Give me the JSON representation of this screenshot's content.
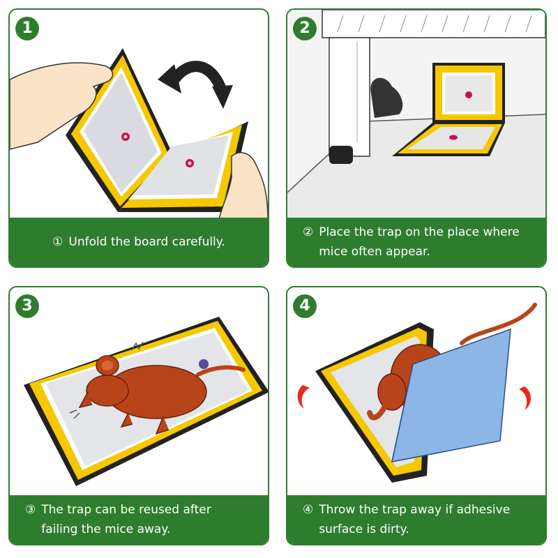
{
  "steps": [
    {
      "badge": "1",
      "number": "①",
      "caption": "Unfold the board carefully."
    },
    {
      "badge": "2",
      "number": "②",
      "caption": "Place the trap on the place where\nmice often appear."
    },
    {
      "badge": "3",
      "number": "③",
      "caption": "The trap can be reused after\nfailing the mice away."
    },
    {
      "badge": "4",
      "number": "④",
      "caption": "Throw the trap away if adhesive\nsurface is dirty."
    }
  ],
  "colors": {
    "green": "#2e7d2e",
    "yellow": "#f5c800",
    "mouse": "#b8441a",
    "bag": "#8db6e6"
  },
  "icons": [
    "curved-arrow-icon",
    "hand-icon",
    "mouse-icon",
    "bait-icon",
    "shake-mark-icon"
  ]
}
